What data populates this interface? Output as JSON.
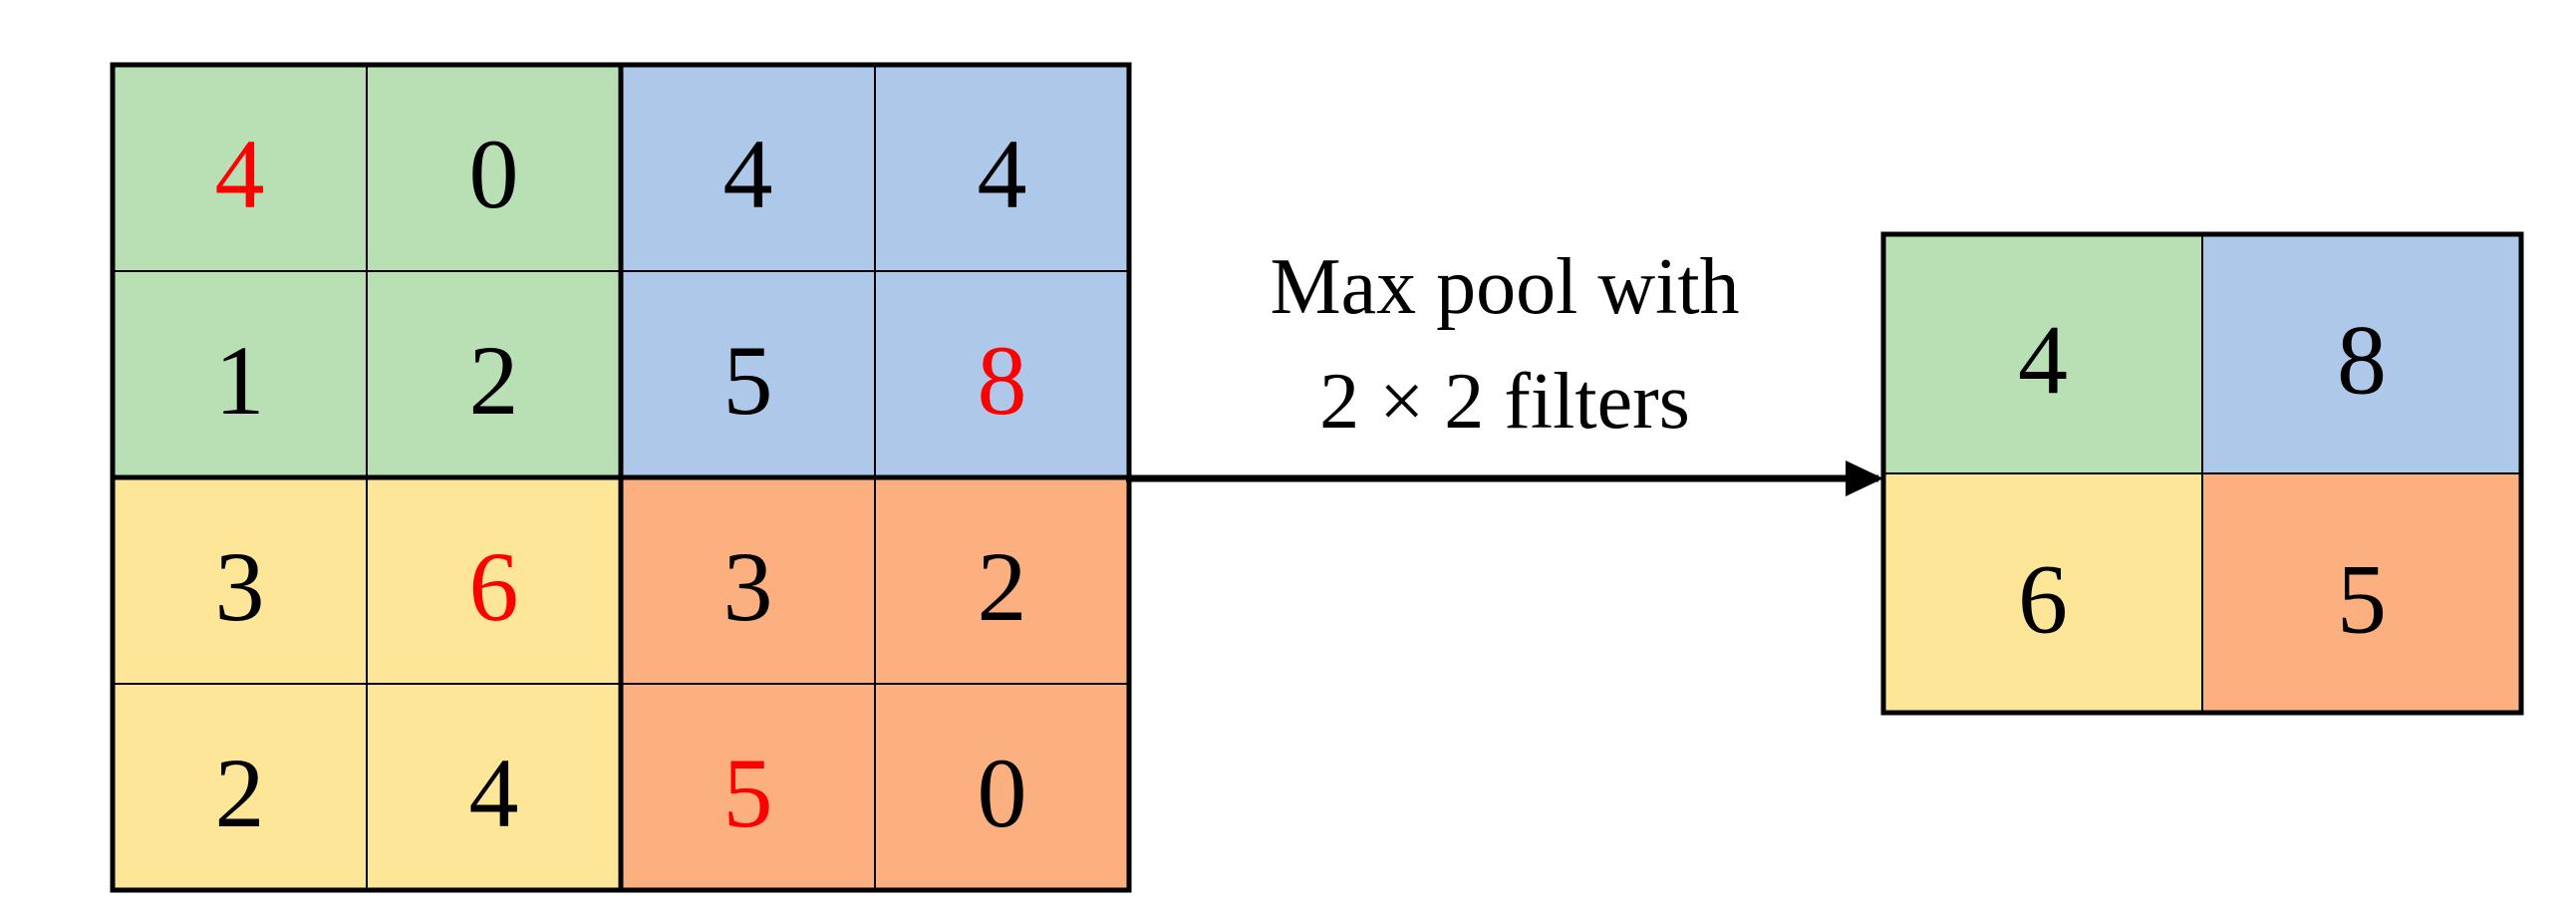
{
  "input_grid": {
    "rows": [
      [
        {
          "value": "4",
          "region": "green",
          "is_max": true
        },
        {
          "value": "0",
          "region": "green",
          "is_max": false
        },
        {
          "value": "4",
          "region": "blue",
          "is_max": false
        },
        {
          "value": "4",
          "region": "blue",
          "is_max": false
        }
      ],
      [
        {
          "value": "1",
          "region": "green",
          "is_max": false
        },
        {
          "value": "2",
          "region": "green",
          "is_max": false
        },
        {
          "value": "5",
          "region": "blue",
          "is_max": false
        },
        {
          "value": "8",
          "region": "blue",
          "is_max": true
        }
      ],
      [
        {
          "value": "3",
          "region": "yellow",
          "is_max": false
        },
        {
          "value": "6",
          "region": "yellow",
          "is_max": true
        },
        {
          "value": "3",
          "region": "orange",
          "is_max": false
        },
        {
          "value": "2",
          "region": "orange",
          "is_max": false
        }
      ],
      [
        {
          "value": "2",
          "region": "yellow",
          "is_max": false
        },
        {
          "value": "4",
          "region": "yellow",
          "is_max": false
        },
        {
          "value": "5",
          "region": "orange",
          "is_max": true
        },
        {
          "value": "0",
          "region": "orange",
          "is_max": false
        }
      ]
    ]
  },
  "operation": {
    "line1": "Max pool with",
    "line2": "2 × 2 filters"
  },
  "output_grid": {
    "rows": [
      [
        {
          "value": "4",
          "region": "green"
        },
        {
          "value": "8",
          "region": "blue"
        }
      ],
      [
        {
          "value": "6",
          "region": "yellow"
        },
        {
          "value": "5",
          "region": "orange"
        }
      ]
    ]
  },
  "colors": {
    "green": "#b9e0b4",
    "blue": "#aec8ea",
    "yellow": "#fee699",
    "orange": "#fcb07f",
    "max_text": "#ff0000",
    "text": "#000000",
    "border": "#000000"
  }
}
